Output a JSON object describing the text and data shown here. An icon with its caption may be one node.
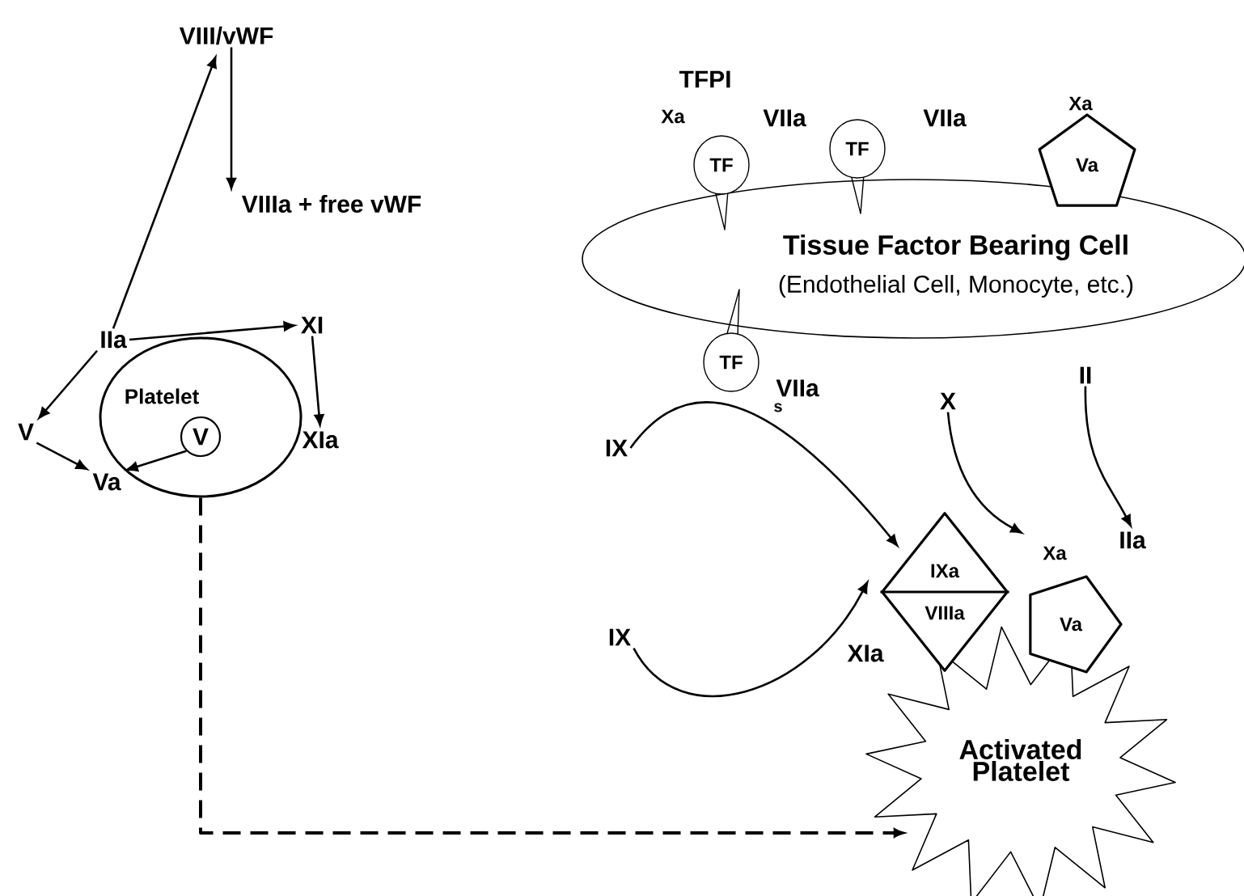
{
  "diagram": {
    "nodes": [
      {
        "text": [
          "VIII/vWF"
        ]
      },
      {
        "text": [
          "VIIIa + free vWF"
        ]
      },
      {
        "text": [
          "IIa"
        ]
      },
      {
        "text": [
          "XI"
        ]
      },
      {
        "text": [
          "XIa"
        ]
      },
      {
        "text": [
          "Platelet"
        ]
      },
      {
        "text": [
          "V"
        ],
        "in": 5
      },
      {
        "text": [
          "V"
        ]
      },
      {
        "text": [
          "Va"
        ]
      },
      {
        "text": [
          "Tissue Factor Bearing Cell",
          "(Endothelial Cell, Monocyte, etc.)"
        ]
      },
      {
        "text": [
          "TF"
        ]
      },
      {
        "text": [
          "TF"
        ]
      },
      {
        "text": [
          "TF"
        ]
      },
      {
        "text": [
          "Va"
        ],
        "beside": [
          "Xa"
        ]
      },
      {
        "text": [
          "IX"
        ]
      },
      {
        "text": [
          "IX"
        ]
      },
      {
        "text": [
          "IXa",
          "VIIIa"
        ]
      },
      {
        "text": [
          "X"
        ]
      },
      {
        "text": [
          "II"
        ]
      },
      {
        "text": [
          "Va"
        ],
        "beside": [
          "Xa"
        ]
      },
      {
        "text": [
          "IIa"
        ]
      },
      {
        "text": [
          "Activated Platelet"
        ]
      }
    ],
    "edges": [
      {
        "from": 2,
        "to": 0,
        "arrow": "to"
      },
      {
        "from": 0,
        "to": 1,
        "arrow": "to"
      },
      {
        "from": 2,
        "to": 3,
        "arrow": "to"
      },
      {
        "from": 3,
        "to": 4,
        "arrow": "to"
      },
      {
        "from": 2,
        "to": 7,
        "arrow": "to"
      },
      {
        "from": 7,
        "to": 8,
        "arrow": "to"
      },
      {
        "from": 6,
        "to": 8,
        "arrow": "to"
      },
      {
        "from": 5,
        "to": 21,
        "arrow": "to",
        "style": "dashed"
      },
      {
        "from": 14,
        "to": 16,
        "arrow": "to"
      },
      {
        "from": 15,
        "to": 16,
        "arrow": "to",
        "label": "XIa"
      },
      {
        "from": 17,
        "to": 19,
        "arrow": "to"
      },
      {
        "from": 18,
        "to": 20,
        "arrow": "to"
      }
    ],
    "labels": [
      "TFPI",
      "Xa",
      "VIIa",
      "VIIa",
      "VIIa",
      "s"
    ]
  }
}
